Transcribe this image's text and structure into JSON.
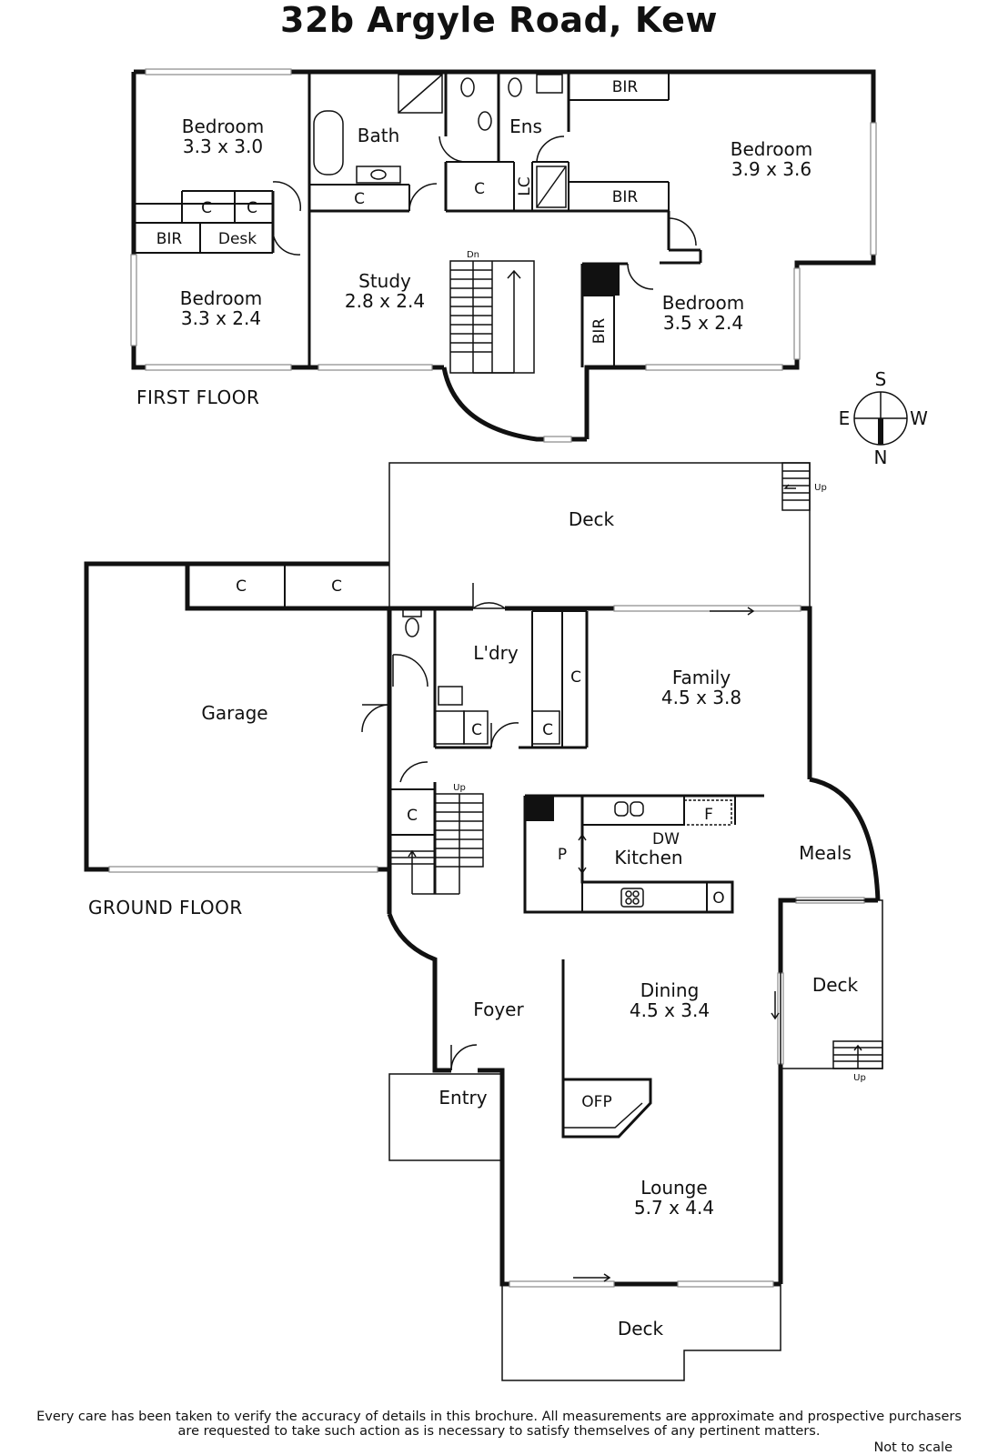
{
  "title": "32b Argyle Road, Kew",
  "floors": {
    "first": "FIRST FLOOR",
    "ground": "GROUND FLOOR"
  },
  "rooms": {
    "bed1_name": "Bedroom",
    "bed1_size": "3.3 x 3.0",
    "bath": "Bath",
    "ens": "Ens",
    "bed_master_name": "Bedroom",
    "bed_master_size": "3.9 x 3.6",
    "bed2_name": "Bedroom",
    "bed2_size": "3.3 x 2.4",
    "study_name": "Study",
    "study_size": "2.8 x 2.4",
    "bed3_name": "Bedroom",
    "bed3_size": "3.5 x 2.4",
    "deck_top": "Deck",
    "garage": "Garage",
    "laundry": "L'dry",
    "family_name": "Family",
    "family_size": "4.5 x 3.8",
    "kitchen": "Kitchen",
    "meals": "Meals",
    "dining_name": "Dining",
    "dining_size": "4.5 x 3.4",
    "foyer": "Foyer",
    "deck_side": "Deck",
    "entry": "Entry",
    "lounge_name": "Lounge",
    "lounge_size": "5.7 x 4.4",
    "deck_bottom": "Deck"
  },
  "fixtures": {
    "bir": "BIR",
    "c": "C",
    "desk": "Desk",
    "lc": "LC",
    "dn": "Dn",
    "up": "Up",
    "dw": "DW",
    "p": "P",
    "f": "F",
    "o": "O",
    "ofp": "OFP"
  },
  "compass": {
    "s": "S",
    "e": "E",
    "w": "W",
    "n": "N"
  },
  "disclaimer_line1": "Every care has been taken to verify the accuracy of details in this brochure.  All measurements are approximate and prospective purchasers",
  "disclaimer_line2": "are requested to take such action as is necessary to satisfy themselves of any pertinent matters.",
  "not_to_scale": "Not to scale"
}
